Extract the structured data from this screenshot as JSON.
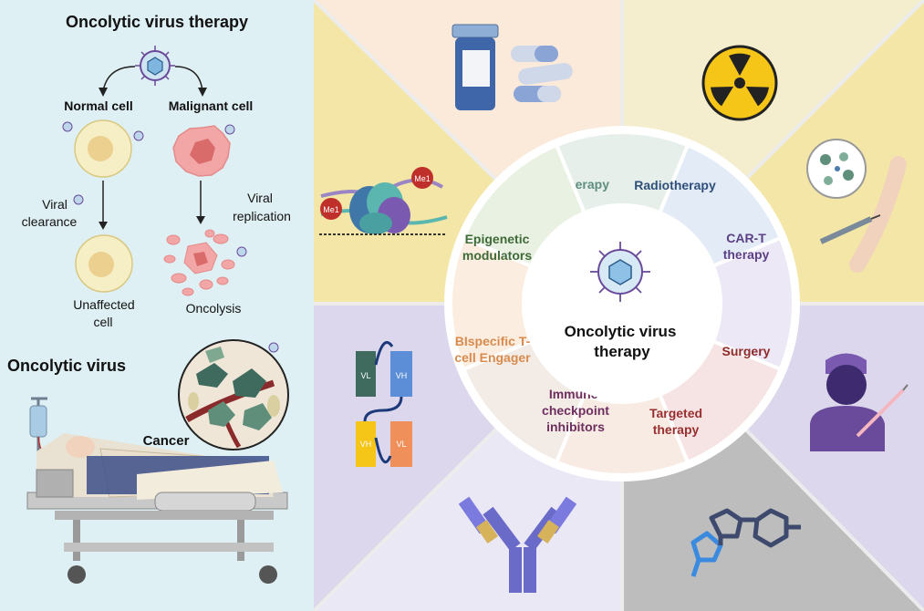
{
  "left_panel": {
    "title": "Oncolytic virus therapy",
    "normal_cell": "Normal cell",
    "malignant_cell": "Malignant cell",
    "viral_clearance": [
      "Viral",
      "clearance"
    ],
    "viral_replication": [
      "Viral",
      "replication"
    ],
    "unaffected_cell": [
      "Unaffected",
      "cell"
    ],
    "oncolysis": "Oncolysis",
    "oncolytic_virus": "Oncolytic virus",
    "cancer": "Cancer"
  },
  "wheel": {
    "center_label": [
      "Oncolytic virus",
      "therapy"
    ],
    "segments": [
      {
        "lines": [
          "Chemotherapy"
        ],
        "color": "#5f8f82"
      },
      {
        "lines": [
          "Radiotherapy"
        ],
        "color": "#2e4f7a"
      },
      {
        "lines": [
          "CAR-T",
          "therapy"
        ],
        "color": "#5b3f86"
      },
      {
        "lines": [
          "Surgery"
        ],
        "color": "#8f2a2a"
      },
      {
        "lines": [
          "Targeted",
          "therapy"
        ],
        "color": "#9a2f2f"
      },
      {
        "lines": [
          "Immune-",
          "checkpoint",
          "inhibitors"
        ],
        "color": "#6e2f5f"
      },
      {
        "lines": [
          "BIspecific T-",
          "cell Engager"
        ],
        "color": "#d98b4e"
      },
      {
        "lines": [
          "Epigenetic",
          "modulators"
        ],
        "color": "#3f6b38"
      }
    ]
  },
  "icons": {
    "histone_labels": [
      "Me1",
      "Me1"
    ],
    "bispecific_labels": [
      "VL",
      "VH",
      "VH",
      "VL"
    ]
  },
  "colors": {
    "left_bg": "#dff0f4",
    "wedge_yellow": "#f4e6a6",
    "wedge_peach": "#fbe9da",
    "wedge_lavender": "#dcd7ec",
    "wedge_gray": "#bdbdbd"
  }
}
